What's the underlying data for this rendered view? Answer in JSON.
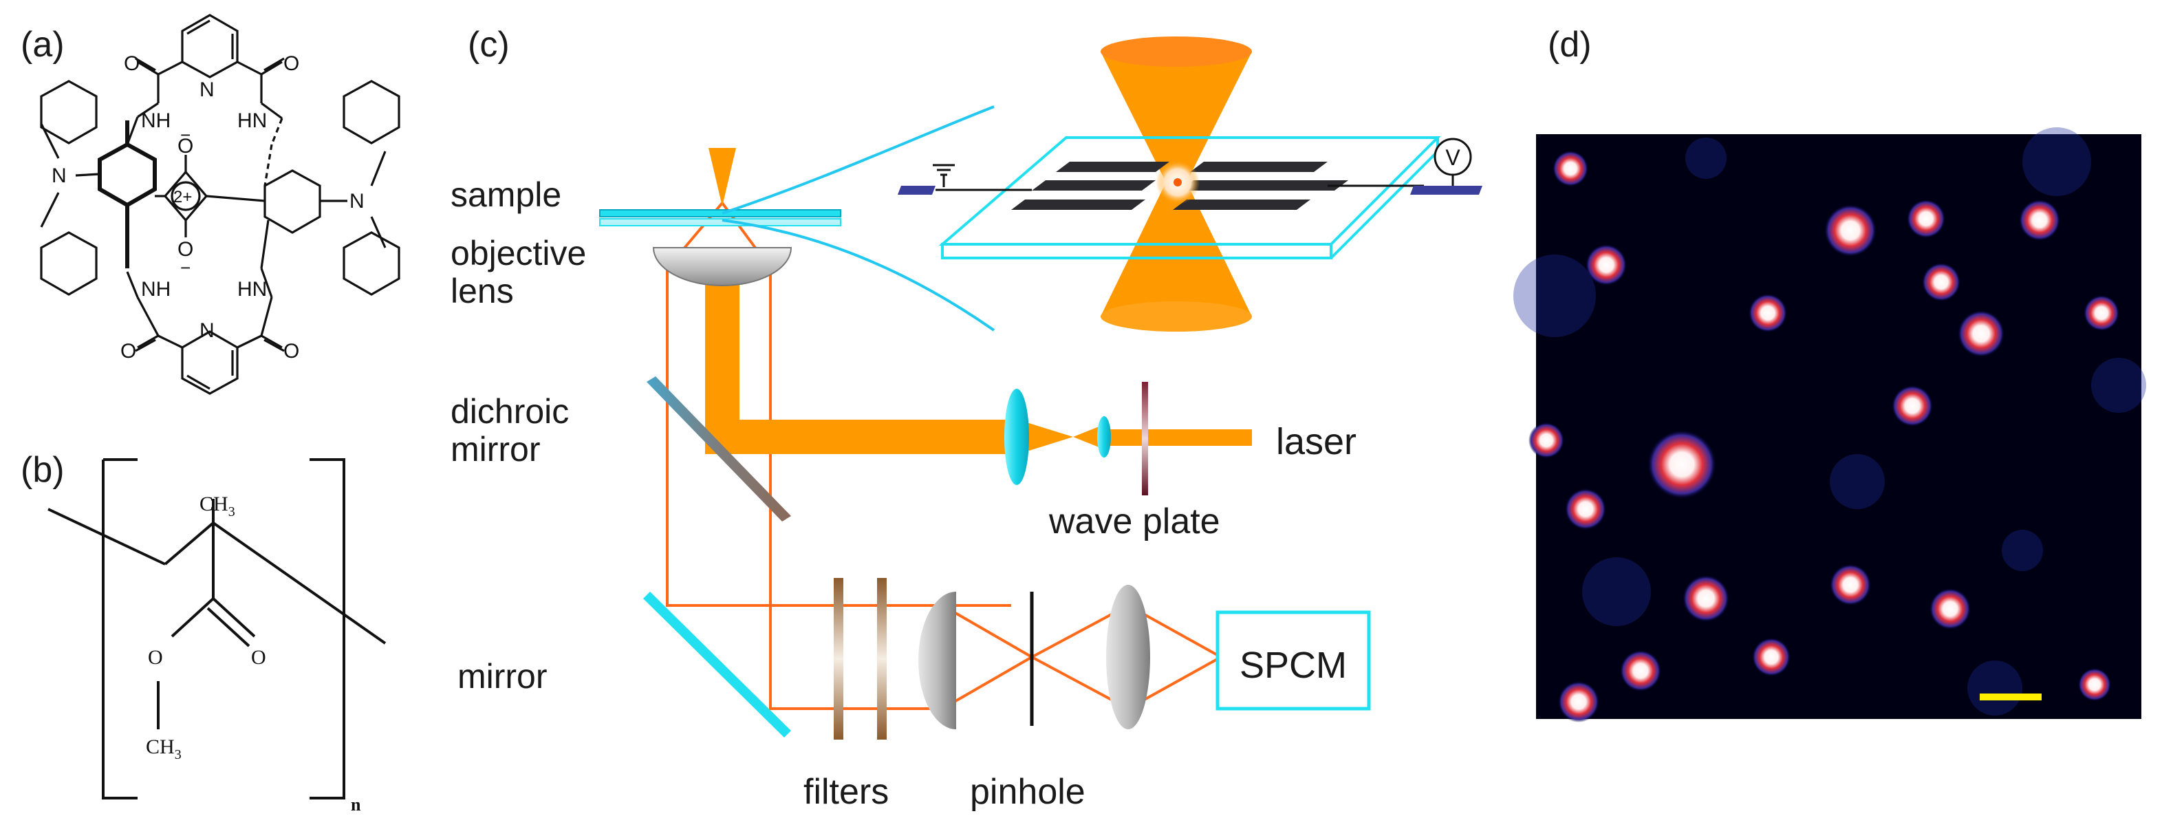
{
  "panels": {
    "a": {
      "label": "(a)",
      "atoms": {
        "n_pyr": "N",
        "o": "O",
        "nh": "NH",
        "hn": "HN",
        "n_amine": "N",
        "charge": "2+",
        "o_minus": "O",
        "minus": "−"
      }
    },
    "b": {
      "label": "(b)",
      "ch3_top": "CH",
      "ch3_bottom": "CH",
      "sub3": "3",
      "o": "O",
      "n": "n"
    },
    "c": {
      "label": "(c)",
      "sample": "sample",
      "objective_1": "objective",
      "objective_2": "lens",
      "dichroic_1": "dichroic",
      "dichroic_2": "mirror",
      "laser": "laser",
      "wave_plate": "wave plate",
      "mirror": "mirror",
      "filters": "filters",
      "pinhole": "pinhole",
      "spcm": "SPCM",
      "voltmeter": "V"
    },
    "d": {
      "label": "(d)"
    }
  },
  "colors": {
    "beam": "#ff9900",
    "cyan": "#22e0f0",
    "optics": "#ff6a1a",
    "electrode": "#2c2c30",
    "pad": "#3b3f9c",
    "scalebar": "#ffee00"
  }
}
